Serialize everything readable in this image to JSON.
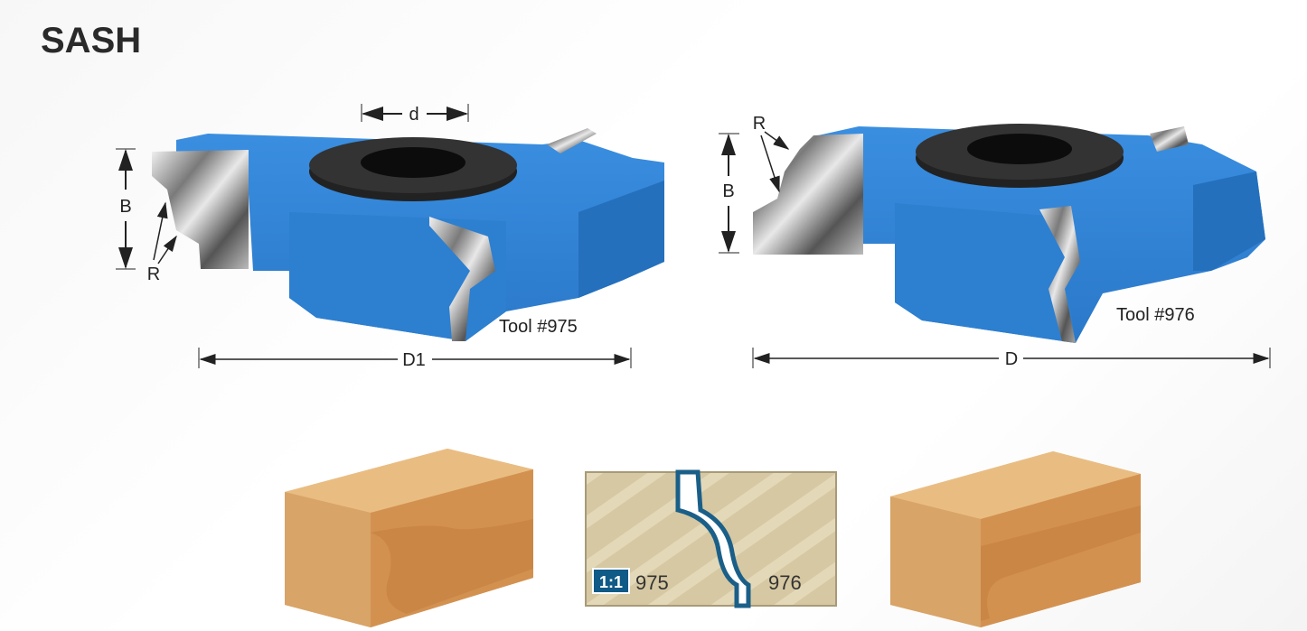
{
  "title": "SASH",
  "cutters": [
    {
      "tool_label": "Tool #975",
      "dims": {
        "bore": "d",
        "height": "B",
        "radius": "R",
        "diameter": "D1"
      }
    },
    {
      "tool_label": "Tool #976",
      "dims": {
        "height": "B",
        "radius": "R",
        "diameter": "D"
      }
    }
  ],
  "profile_match": {
    "ratio_badge": "1:1",
    "left_label": "975",
    "right_label": "976"
  },
  "colors": {
    "cutter_blue": "#2f86d6",
    "badge_blue": "#0f5a86",
    "wood": "#d7c7a0"
  }
}
